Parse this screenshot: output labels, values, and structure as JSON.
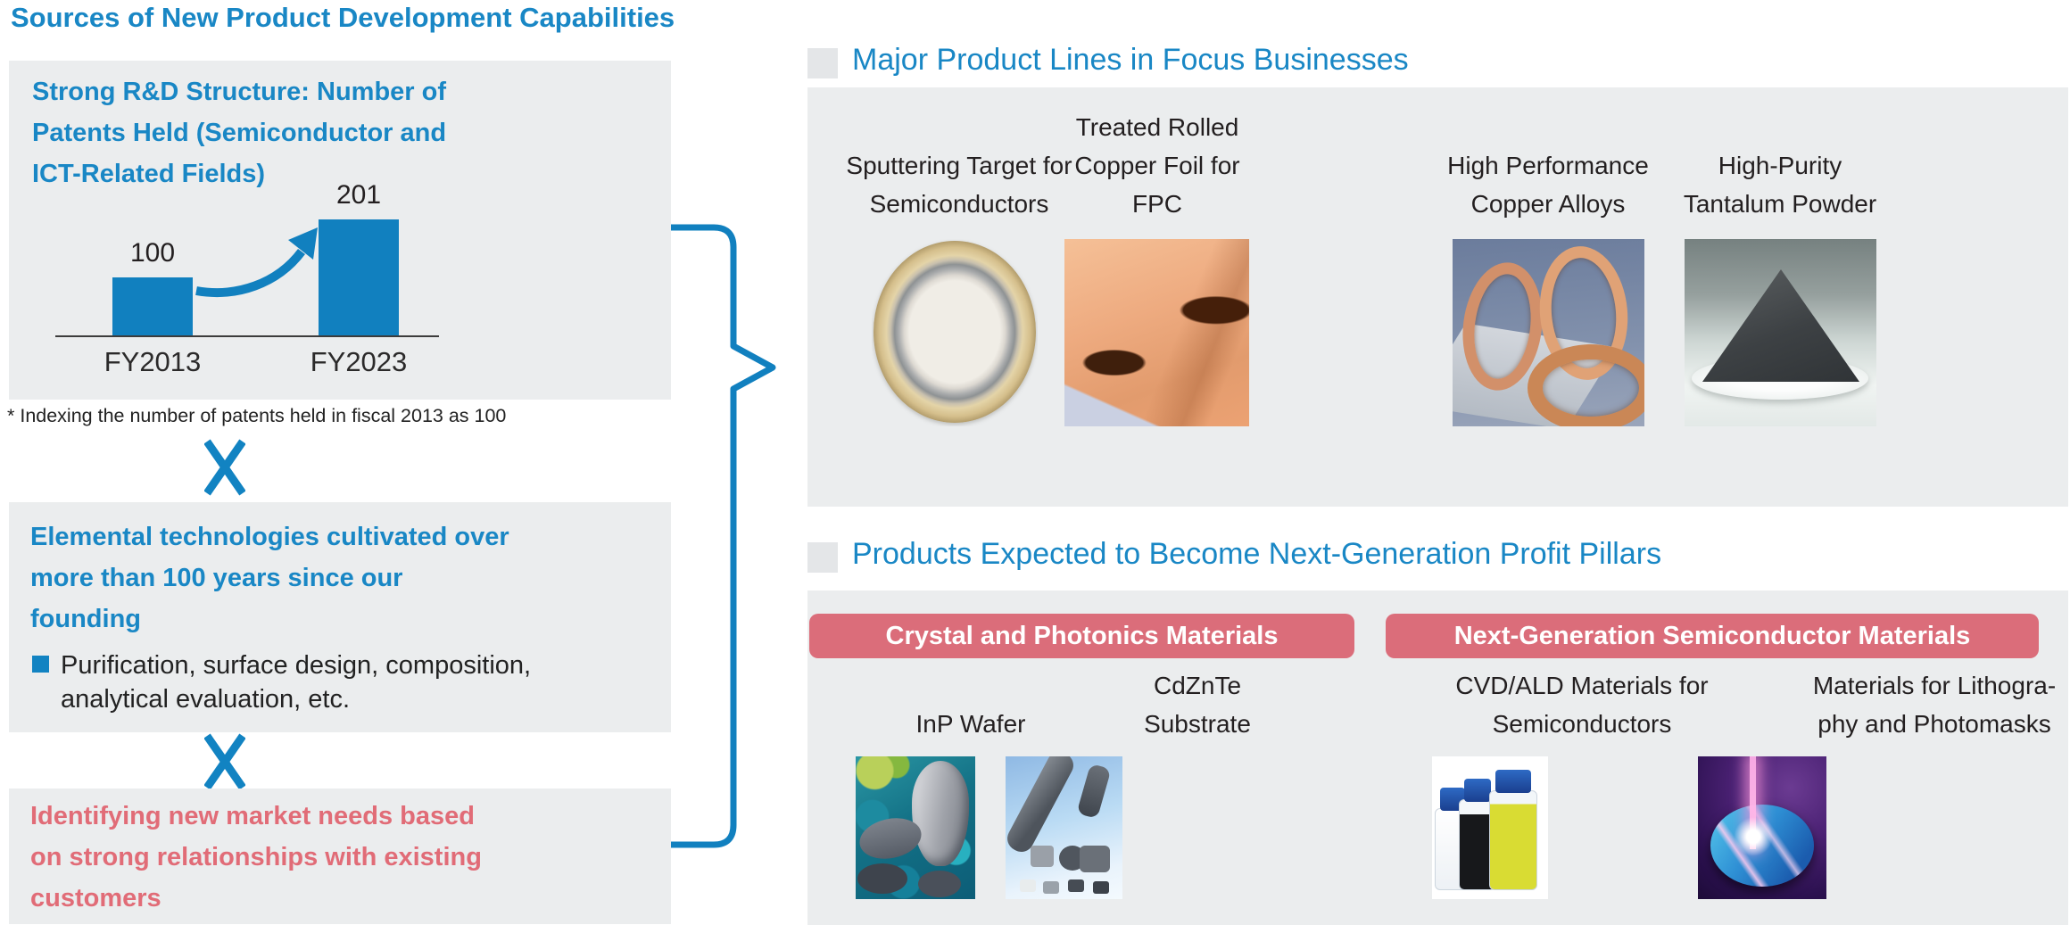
{
  "page": {
    "title": "Sources of New Product Development Capabilities"
  },
  "colors": {
    "heading_blue": "#1987c5",
    "graphic_blue": "#1180bf",
    "pink_text": "#e16c77",
    "pill_pink": "#db6d7a",
    "panel_gray": "#ebedee",
    "text_dark": "#231f20"
  },
  "icons": {
    "multiply": "×",
    "brace": "}",
    "growth_arrow": "curved-up-right-arrow"
  },
  "left": {
    "rd_box": {
      "heading": "Strong R&D Structure: Number of Patents Held (Semiconductor and ICT-Related Fields)",
      "heading_lines": [
        "Strong R&D Structure: Number of",
        "Patents Held (Semiconductor and",
        "ICT-Related Fields)"
      ],
      "footnote": "* Indexing the number of patents held in fiscal 2013 as 100"
    },
    "tech_box": {
      "heading": "Elemental technologies cultivated over more than 100 years since our founding",
      "heading_lines": [
        "Elemental technologies cultivated over",
        "more than 100 years since our",
        "founding"
      ],
      "bullet": "Purification, surface design, composition, analytical evaluation, etc.",
      "bullet_lines": [
        "Purification, surface design, composition,",
        "analytical evaluation, etc."
      ]
    },
    "market_box": {
      "heading": "Identifying new market needs based on strong relationships with existing customers",
      "heading_lines": [
        "Identifying new market needs based",
        "on strong relationships with existing",
        "customers"
      ]
    }
  },
  "chart_data": {
    "type": "bar",
    "title": "Strong R&D Structure: Number of Patents Held (Semiconductor and ICT-Related Fields)",
    "categories": [
      "FY2013",
      "FY2023"
    ],
    "values": [
      100,
      201
    ],
    "value_labels": [
      "100",
      "201"
    ],
    "xlabel": "",
    "ylabel": "",
    "ylim": [
      0,
      220
    ],
    "grid": false,
    "bar_color": "#1180bf",
    "annotation": "curved growth arrow from FY2013 bar to FY2023 bar",
    "footnote": "* Indexing the number of patents held in fiscal 2013 as 100"
  },
  "right": {
    "focus_section": {
      "heading": "Major Product Lines in Focus Businesses",
      "products": [
        {
          "label": "Sputtering Target for Semiconductors",
          "lines": [
            "Sputtering Target for",
            "Semiconductors"
          ]
        },
        {
          "label": "Treated Rolled Copper Foil for FPC",
          "lines": [
            "Treated Rolled",
            "Copper Foil for",
            "FPC"
          ]
        },
        {
          "label": "High Performance Copper Alloys",
          "lines": [
            "High Performance",
            "Copper Alloys"
          ]
        },
        {
          "label": "High-Purity Tantalum Powder",
          "lines": [
            "High-Purity",
            "Tantalum Powder"
          ]
        }
      ]
    },
    "next_gen_section": {
      "heading": "Products Expected to Become Next-Generation Profit Pillars",
      "category_pills": [
        "Crystal and Photonics Materials",
        "Next-Generation Semiconductor Materials"
      ],
      "products": [
        {
          "label": "InP Wafer",
          "lines": [
            "InP Wafer"
          ]
        },
        {
          "label": "CdZnTe Substrate",
          "lines": [
            "CdZnTe",
            "Substrate"
          ]
        },
        {
          "label": "CVD/ALD Materials for Semiconductors",
          "lines": [
            "CVD/ALD Materials for",
            "Semiconductors"
          ]
        },
        {
          "label": "Materials for Lithography and Photomasks",
          "lines": [
            "Materials for Lithogra-",
            "phy and Photomasks"
          ]
        }
      ]
    }
  }
}
